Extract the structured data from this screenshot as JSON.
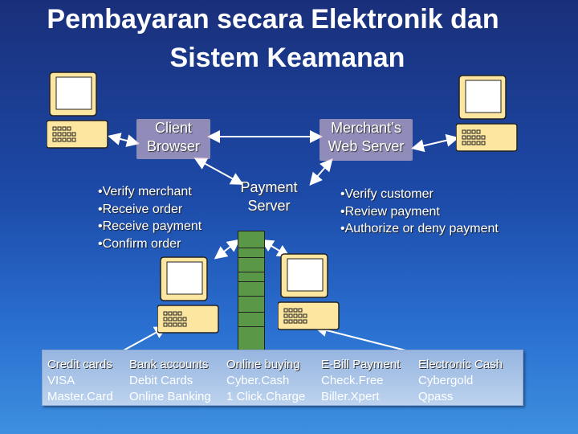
{
  "title": {
    "line1": "Pembayaran secara Elektronik dan",
    "line2": "Sistem Keamanan"
  },
  "nodes": {
    "client_browser": {
      "line1": "Client",
      "line2": "Browser"
    },
    "merchant_server": {
      "line1": "Merchant’s",
      "line2": "Web Server"
    },
    "payment_server": {
      "line1": "Payment",
      "line2": "Server"
    }
  },
  "left_bullets": [
    "•Verify merchant",
    "•Receive order",
    "•Receive payment",
    "•Confirm order"
  ],
  "right_bullets": [
    "•Verify customer",
    "•Review payment",
    "•Authorize or deny payment"
  ],
  "payment_methods": [
    {
      "header": "Credit cards",
      "items": [
        "VISA",
        "Master.Card"
      ]
    },
    {
      "header": "Bank accounts",
      "items": [
        "Debit Cards",
        "Online Banking"
      ]
    },
    {
      "header": "Online buying",
      "items": [
        "Cyber.Cash",
        "1 Click.Charge"
      ]
    },
    {
      "header": "E-Bill Payment",
      "items": [
        "Check.Free",
        "Biller.Xpert"
      ]
    },
    {
      "header": "Electronic Cash",
      "items": [
        "Cybergold",
        "Qpass"
      ]
    }
  ],
  "colors": {
    "background_top": "#1a2f7a",
    "background_bottom": "#3d8fe0",
    "computer_fill": "#fde7a0",
    "server_pillar": "#5a9848",
    "table_fill": "#bdd3ee"
  }
}
